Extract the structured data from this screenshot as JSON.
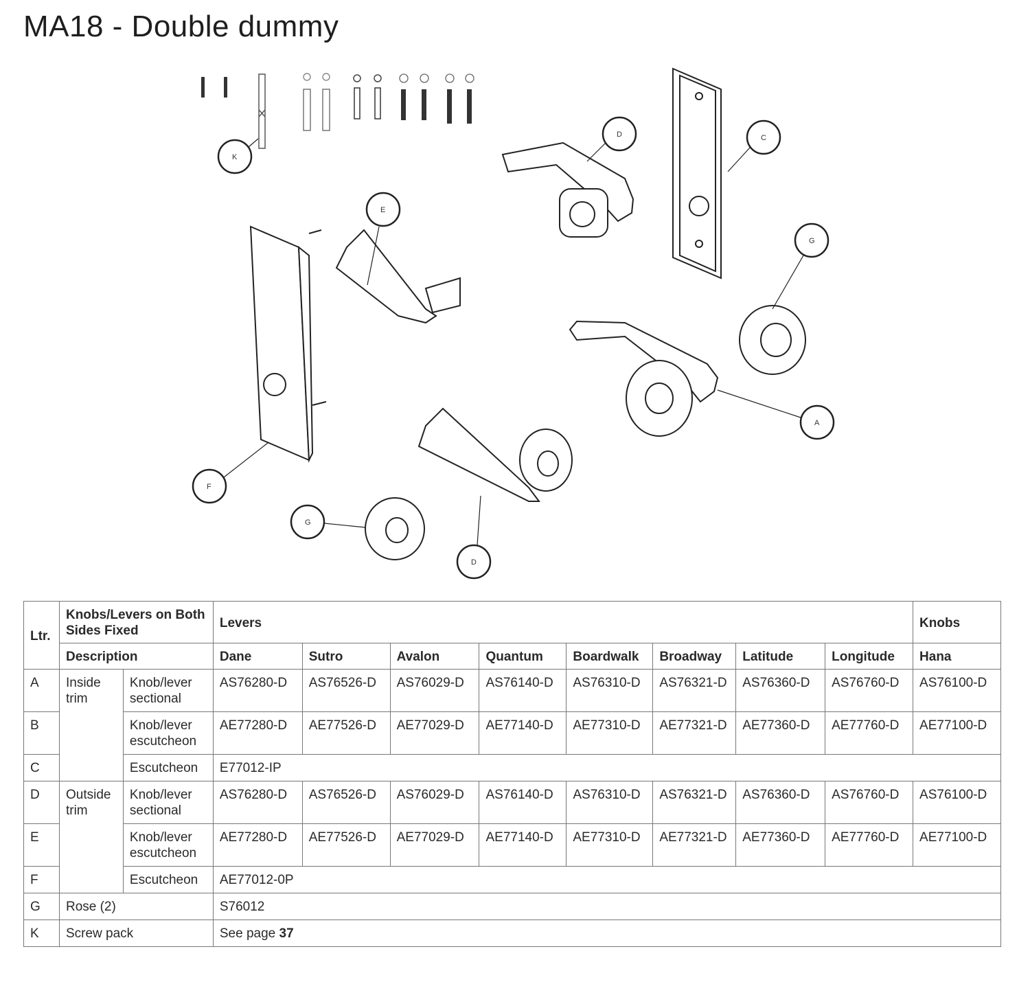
{
  "title": "MA18 - Double dummy",
  "diagram": {
    "callouts": [
      "K",
      "E",
      "D",
      "C",
      "G",
      "F",
      "A",
      "G",
      "D"
    ]
  },
  "table": {
    "header": {
      "ltr": "Ltr.",
      "group": "Knobs/Levers on Both Sides Fixed",
      "levers": "Levers",
      "knobs": "Knobs",
      "description": "Description",
      "models": [
        "Dane",
        "Sutro",
        "Avalon",
        "Quantum",
        "Boardwalk",
        "Broadway",
        "Latitude",
        "Longitude",
        "Hana"
      ]
    },
    "rows": [
      {
        "ltr": "A",
        "group": "Inside trim",
        "desc": "Knob/lever sectional",
        "parts": [
          "AS76280-D",
          "AS76526-D",
          "AS76029-D",
          "AS76140-D",
          "AS76310-D",
          "AS76321-D",
          "AS76360-D",
          "AS76760-D",
          "AS76100-D"
        ]
      },
      {
        "ltr": "B",
        "desc": "Knob/lever escutcheon",
        "parts": [
          "AE77280-D",
          "AE77526-D",
          "AE77029-D",
          "AE77140-D",
          "AE77310-D",
          "AE77321-D",
          "AE77360-D",
          "AE77760-D",
          "AE77100-D"
        ]
      },
      {
        "ltr": "C",
        "desc": "Escutcheon",
        "part": "E77012-IP"
      },
      {
        "ltr": "D",
        "group": "Outside trim",
        "desc": "Knob/lever sectional",
        "parts": [
          "AS76280-D",
          "AS76526-D",
          "AS76029-D",
          "AS76140-D",
          "AS76310-D",
          "AS76321-D",
          "AS76360-D",
          "AS76760-D",
          "AS76100-D"
        ]
      },
      {
        "ltr": "E",
        "desc": "Knob/lever escutcheon",
        "parts": [
          "AE77280-D",
          "AE77526-D",
          "AE77029-D",
          "AE77140-D",
          "AE77310-D",
          "AE77321-D",
          "AE77360-D",
          "AE77760-D",
          "AE77100-D"
        ]
      },
      {
        "ltr": "F",
        "desc": "Escutcheon",
        "part": "AE77012-0P"
      },
      {
        "ltr": "G",
        "desc": "Rose (2)",
        "part": "S76012"
      },
      {
        "ltr": "K",
        "desc": "Screw pack",
        "part_prefix": "See page",
        "part_page": "37"
      }
    ]
  }
}
